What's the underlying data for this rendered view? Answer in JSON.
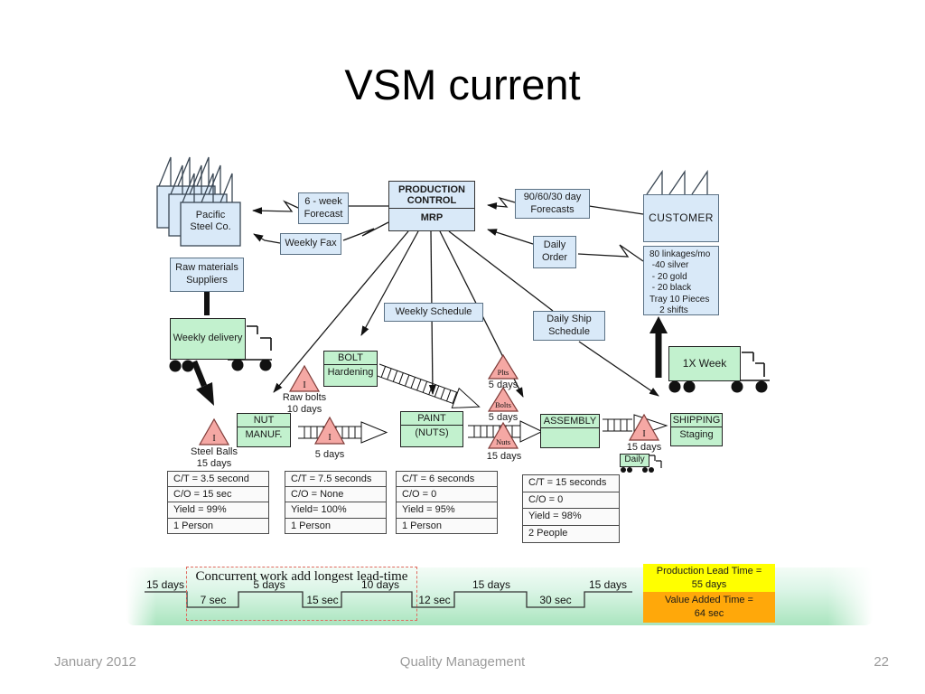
{
  "slide": {
    "title": "VSM current"
  },
  "footer": {
    "date": "January 2012",
    "center": "Quality Management",
    "page": "22"
  },
  "left_chain": {
    "pacific": "Pacific\nSteel Co.",
    "raw_materials": "Raw materials\nSuppliers",
    "weekly_delivery": "Weekly delivery"
  },
  "control": {
    "six_week": "6 - week\nForecast",
    "weekly_fax": "Weekly Fax",
    "production_control": "PRODUCTION\nCONTROL",
    "mrp": "MRP",
    "forecasts": "90/60/30 day\nForecasts",
    "daily_order": "Daily\nOrder",
    "weekly_schedule": "Weekly Schedule",
    "daily_ship_schedule": "Daily Ship\nSchedule"
  },
  "customer_side": {
    "customer": "CUSTOMER",
    "demand": "80 linkages/mo\n -40 silver\n - 20 gold\n - 20 black\nTray 10 Pieces\n    2 shifts",
    "one_x_week": "1X Week",
    "daily": "Daily"
  },
  "processes": {
    "bolt": {
      "header": "BOLT",
      "body": "Hardening"
    },
    "nut": {
      "header": "NUT",
      "body": "MANUF."
    },
    "paint": {
      "header": "PAINT",
      "body": "(NUTS)"
    },
    "assembly": {
      "header": "ASSEMBLY",
      "body": ""
    },
    "shipping": {
      "header": "SHIPPING",
      "body": "Staging"
    }
  },
  "inventory": {
    "raw_bolts": {
      "symbol": "I",
      "label": "Raw bolts\n10 days"
    },
    "steel_balls": {
      "symbol": "I",
      "label": "Steel Balls\n15 days"
    },
    "nut_to_paint": {
      "symbol": "I",
      "label": "5 days"
    },
    "plts": {
      "symbol": "Plts",
      "label": "5 days"
    },
    "bolts": {
      "symbol": "Bolts",
      "label": "5 days"
    },
    "nuts": {
      "symbol": "Nuts",
      "label": "15 days"
    },
    "finished": {
      "symbol": "I",
      "label": "15 days"
    }
  },
  "process_data": [
    {
      "rows": [
        "C/T = 3.5 second",
        "C/O = 15 sec",
        "Yield = 99%",
        "1 Person"
      ]
    },
    {
      "rows": [
        "C/T = 7.5 seconds",
        "C/O = None",
        "Yield= 100%",
        "1 Person"
      ]
    },
    {
      "rows": [
        "C/T = 6 seconds",
        "C/O = 0",
        "Yield = 95%",
        "1 Person"
      ]
    },
    {
      "rows": [
        "C/T = 15 seconds",
        "C/O = 0",
        "Yield = 98%",
        "2 People"
      ]
    }
  ],
  "timeline": {
    "annotation": "Concurrent work add longest lead-time",
    "segments": [
      {
        "label": "15 days",
        "level": "top"
      },
      {
        "label": "7 sec",
        "level": "bottom"
      },
      {
        "label": "5 days",
        "level": "top"
      },
      {
        "label": "15 sec",
        "level": "bottom"
      },
      {
        "label": "10 days",
        "level": "top"
      },
      {
        "label": "12 sec",
        "level": "bottom"
      },
      {
        "label": "15 days",
        "level": "top"
      },
      {
        "label": "30 sec",
        "level": "bottom"
      },
      {
        "label": "15 days",
        "level": "top"
      }
    ],
    "lead_time": "Production Lead Time =\n55 days",
    "value_added": "Value Added Time =\n64 sec"
  },
  "colors": {
    "box_blue": "#d9e9f8",
    "box_green": "#c2f1ce",
    "triangle_pink": "#f5a8a4",
    "lead_yellow": "#ffff00",
    "value_orange": "#ffa80a",
    "band_green": "#b6e9c8",
    "annotation_red": "#e06a5f"
  }
}
